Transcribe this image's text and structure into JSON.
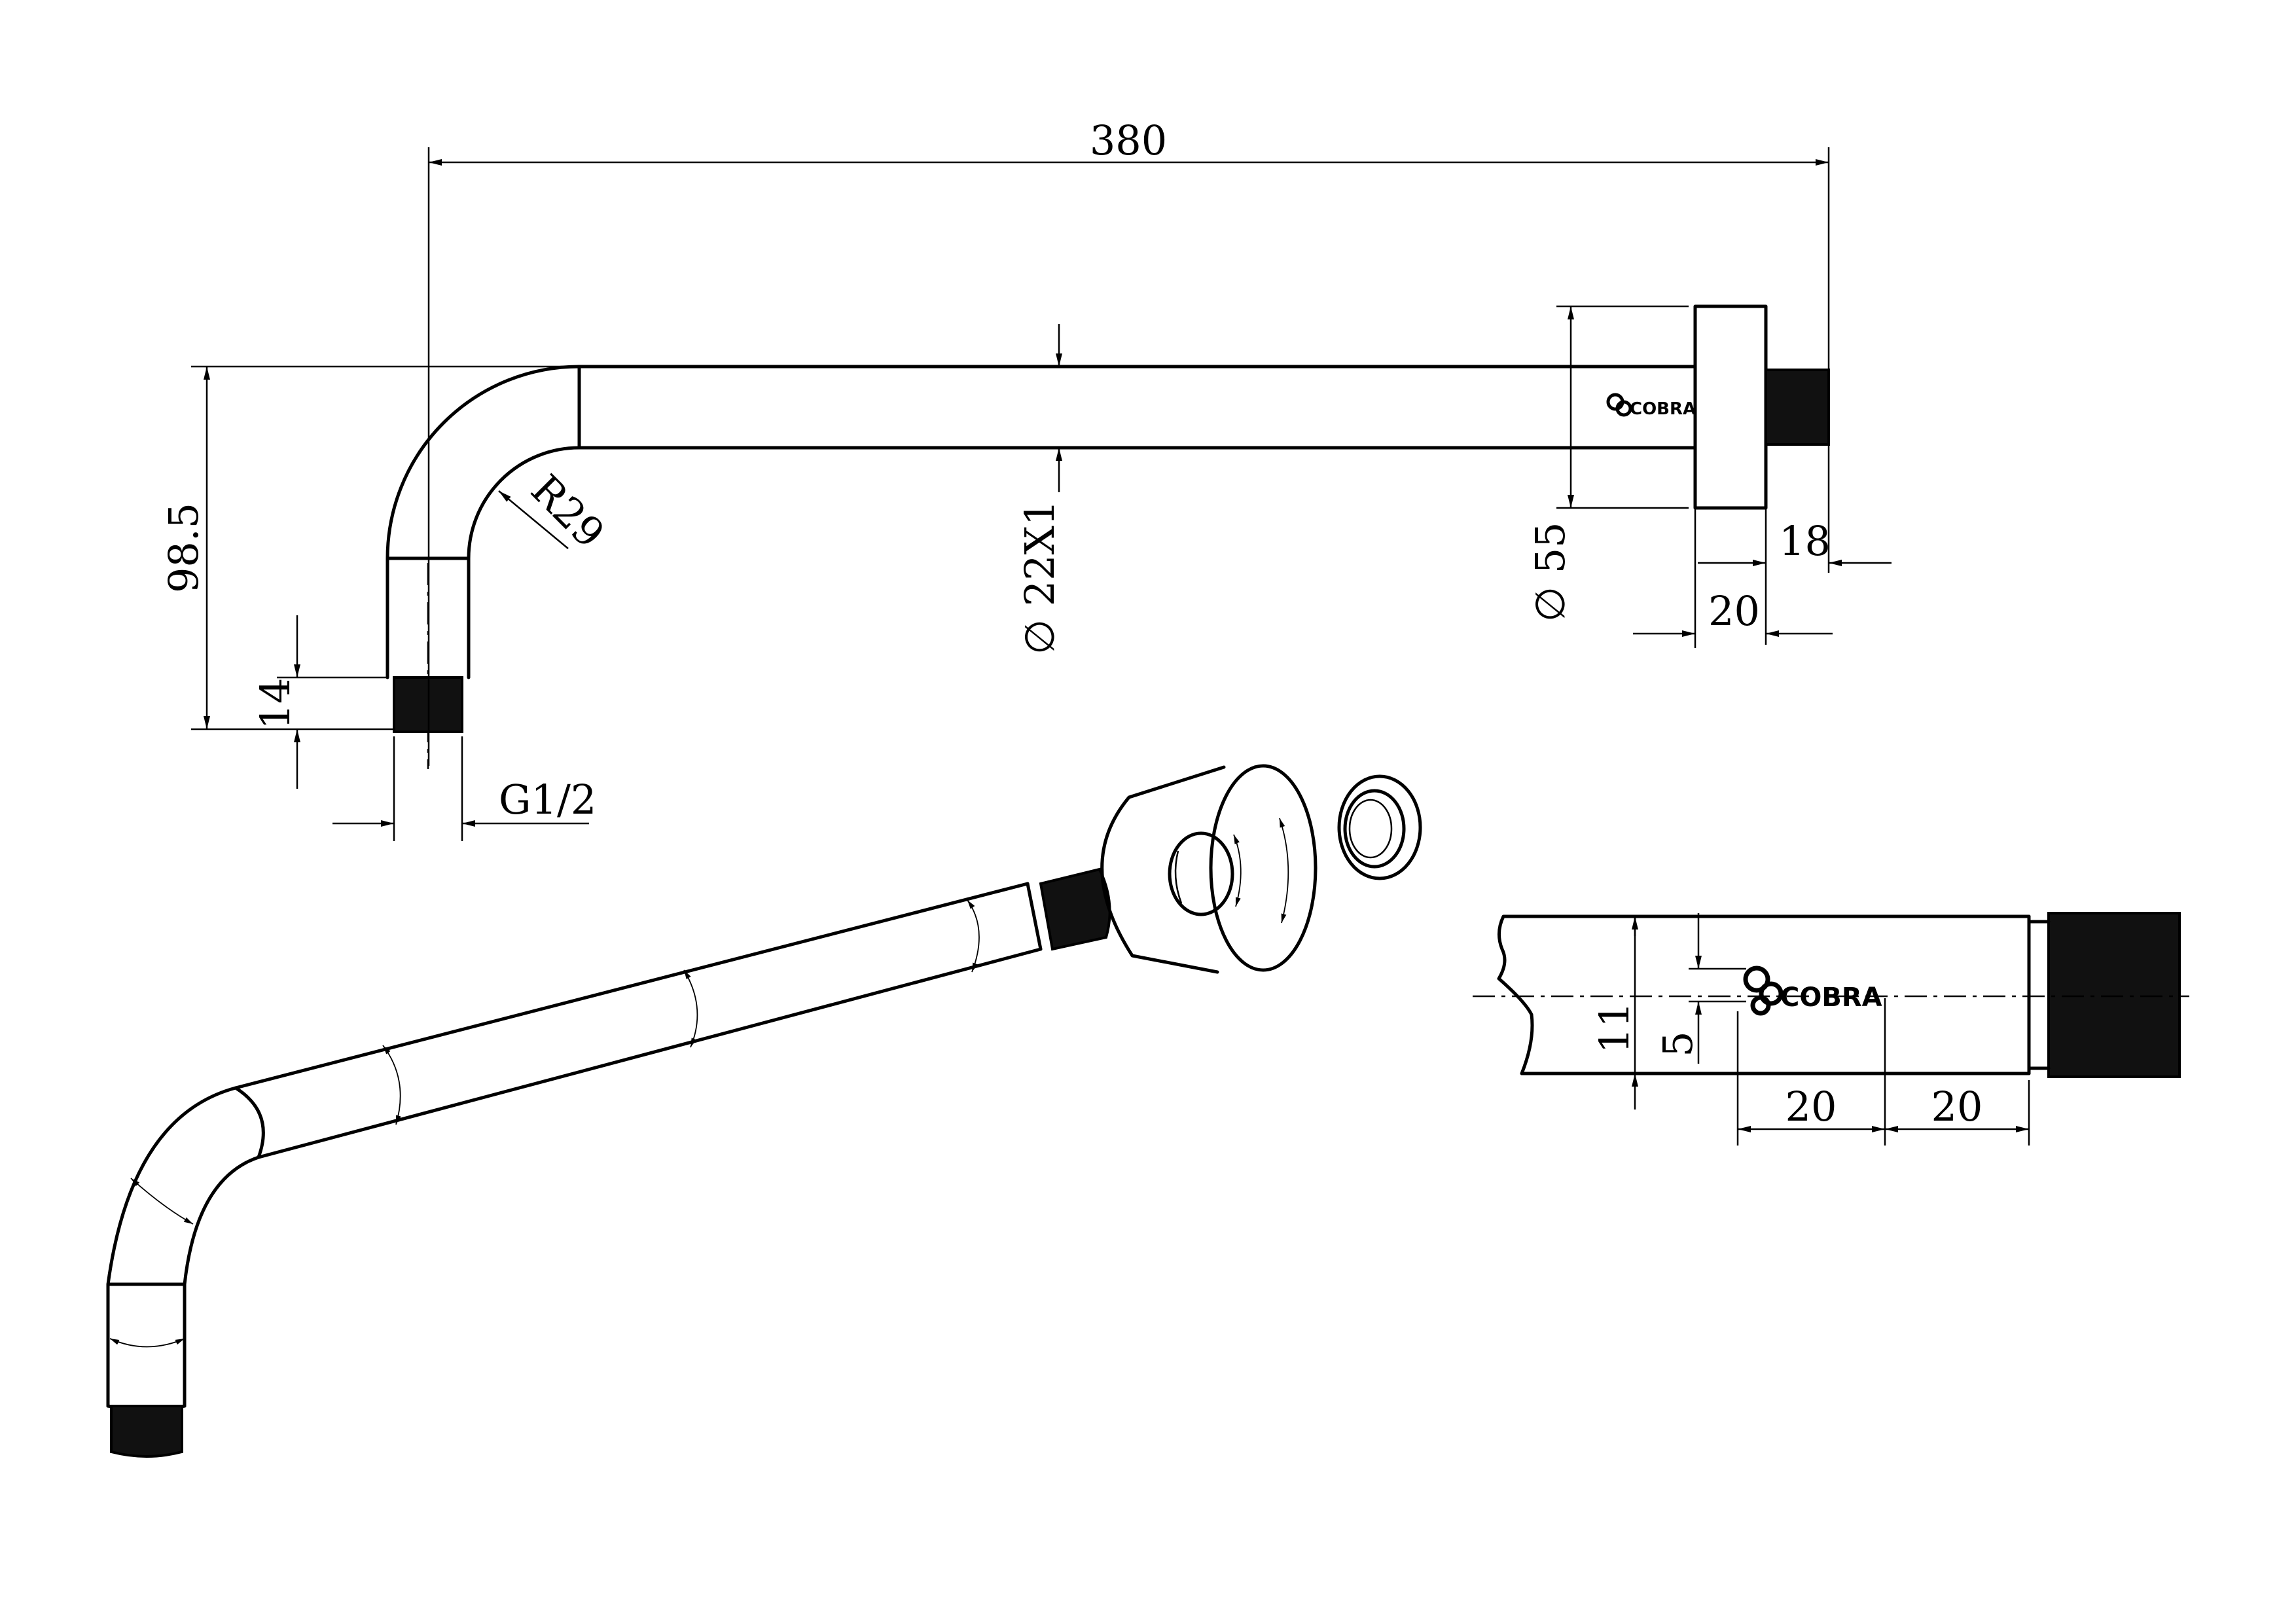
{
  "dimensions": {
    "length": "380",
    "height": "98.5",
    "thread_length": "14",
    "thread": "G1/2",
    "bend_radius": "R29",
    "tube": "∅ 22X1",
    "flange_diameter": "∅ 55",
    "thread_out": "18",
    "flange_depth": "20",
    "detail_height": "11",
    "detail_logo_height": "5",
    "detail_pos_1": "20",
    "detail_pos_2": "20"
  },
  "brand": {
    "logo_small": "COBRA",
    "logo_large": "COBRA"
  }
}
